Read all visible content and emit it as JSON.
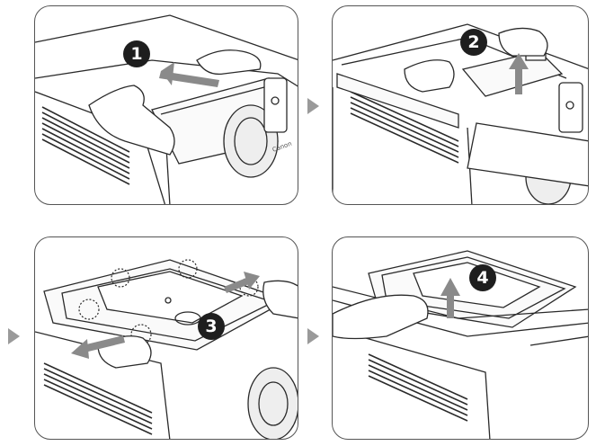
{
  "steps": [
    {
      "number": "1"
    },
    {
      "number": "2"
    },
    {
      "number": "3"
    },
    {
      "number": "4"
    }
  ],
  "brand_mark": "Canon",
  "colors": {
    "outline": "#2a2a2a",
    "panel_border": "#555555",
    "flow_arrow": "#9a9a9a",
    "badge": "#1e1e1e",
    "motion_arrow": "#8a8a8a"
  }
}
